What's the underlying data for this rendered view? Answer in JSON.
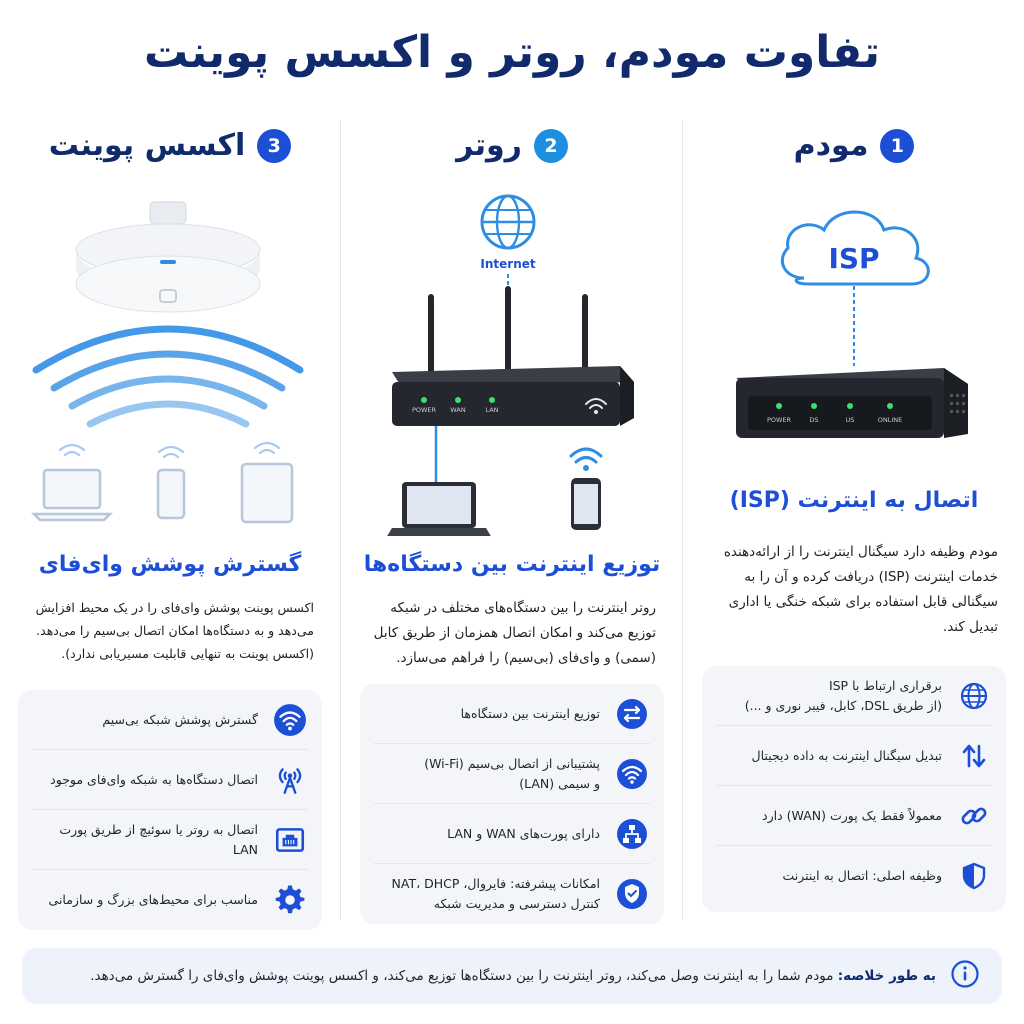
{
  "title": "تفاوت مودم، روتر و اکسس پوینت",
  "colors": {
    "navy": "#102a6b",
    "blue": "#1d4fd6",
    "sky": "#1e8fe0",
    "panel": "#f3f5f9"
  },
  "columns": [
    {
      "number": "1",
      "label": "مودم",
      "illustration": {
        "cloud_text": "ISP",
        "leds": [
          "POWER",
          "DS",
          "US",
          "ONLINE"
        ]
      },
      "subtitle": "اتصال به اینترنت (ISP)",
      "description": "مودم وظیفه دارد سیگنال اینترنت را از ارائه‌دهنده خدمات اینترنت (ISP) دریافت کرده و آن را به سیگنالی قابل استفاده برای شبکه خنگی یا اداری تبدیل کند.",
      "features": [
        {
          "icon": "globe-icon",
          "line1": "برقراری ارتباط با ISP",
          "line2": "(از طریق DSL، کابل، فیبر نوری و ...)"
        },
        {
          "icon": "up-down-arrows-icon",
          "line1": "تبدیل سیگنال اینترنت به داده دیجیتال",
          "line2": ""
        },
        {
          "icon": "link-icon",
          "line1": "معمولاً فقط یک پورت (WAN) دارد",
          "line2": ""
        },
        {
          "icon": "shield-icon",
          "line1": "وظیفه اصلی: اتصال به اینترنت",
          "line2": ""
        }
      ]
    },
    {
      "number": "2",
      "label": "روتر",
      "illustration": {
        "globe_text": "Internet",
        "leds": [
          "POWER",
          "WAN",
          "LAN"
        ]
      },
      "subtitle": "توزیع اینترنت بین دستگاه‌ها",
      "description": "روتر اینترنت را بین دستگاه‌های مختلف در شبکه توزیع می‌کند و امکان اتصال همزمان از طریق کابل (سمی) و وای‌فای (بی‌سیم) را فراهم می‌سازد.",
      "features": [
        {
          "icon": "distribute-arrows-icon",
          "line1": "توزیع اینترنت بین دستگاه‌ها",
          "line2": ""
        },
        {
          "icon": "wifi-icon",
          "line1": "پشتیبانی از اتصال بی‌سیم (Wi-Fi)",
          "line2": "و سیمی (LAN)"
        },
        {
          "icon": "network-icon",
          "line1": "دارای پورت‌های WAN و LAN",
          "line2": ""
        },
        {
          "icon": "shield-check-icon",
          "line1": "امکانات پیشرفته: فایروال، NAT، DHCP",
          "line2": "کنترل دسترسی و مدیریت شبکه"
        }
      ]
    },
    {
      "number": "3",
      "label": "اکسس پوینت",
      "subtitle": "گسترش پوشش وای‌فای",
      "description": "اکسس پوینت پوشش وای‌فای را در یک محیط افزایش می‌دهد و به دستگاه‌ها امکان اتصال بی‌سیم را می‌دهد. (اکسس پوینت به تنهایی قابلیت مسیریابی ندارد).",
      "features": [
        {
          "icon": "wifi-icon",
          "line1": "گسترش پوشش شبکه بی‌سیم",
          "line2": ""
        },
        {
          "icon": "antenna-icon",
          "line1": "اتصال دستگاه‌ها به شبکه وای‌فای موجود",
          "line2": ""
        },
        {
          "icon": "ethernet-port-icon",
          "line1": "اتصال به روتر یا سوئیچ از طریق پورت LAN",
          "line2": ""
        },
        {
          "icon": "gear-icon",
          "line1": "مناسب برای محیط‌های بزرگ و سازمانی",
          "line2": ""
        }
      ]
    }
  ],
  "summary": {
    "lead": "به طور خلاصه:",
    "text": " مودم شما را به اینترنت وصل می‌کند، روتر اینترنت را بین دستگاه‌ها توزیع می‌کند، و اکسس پوینت پوشش وای‌فای را گسترش می‌دهد.",
    "icon": "info-icon"
  }
}
